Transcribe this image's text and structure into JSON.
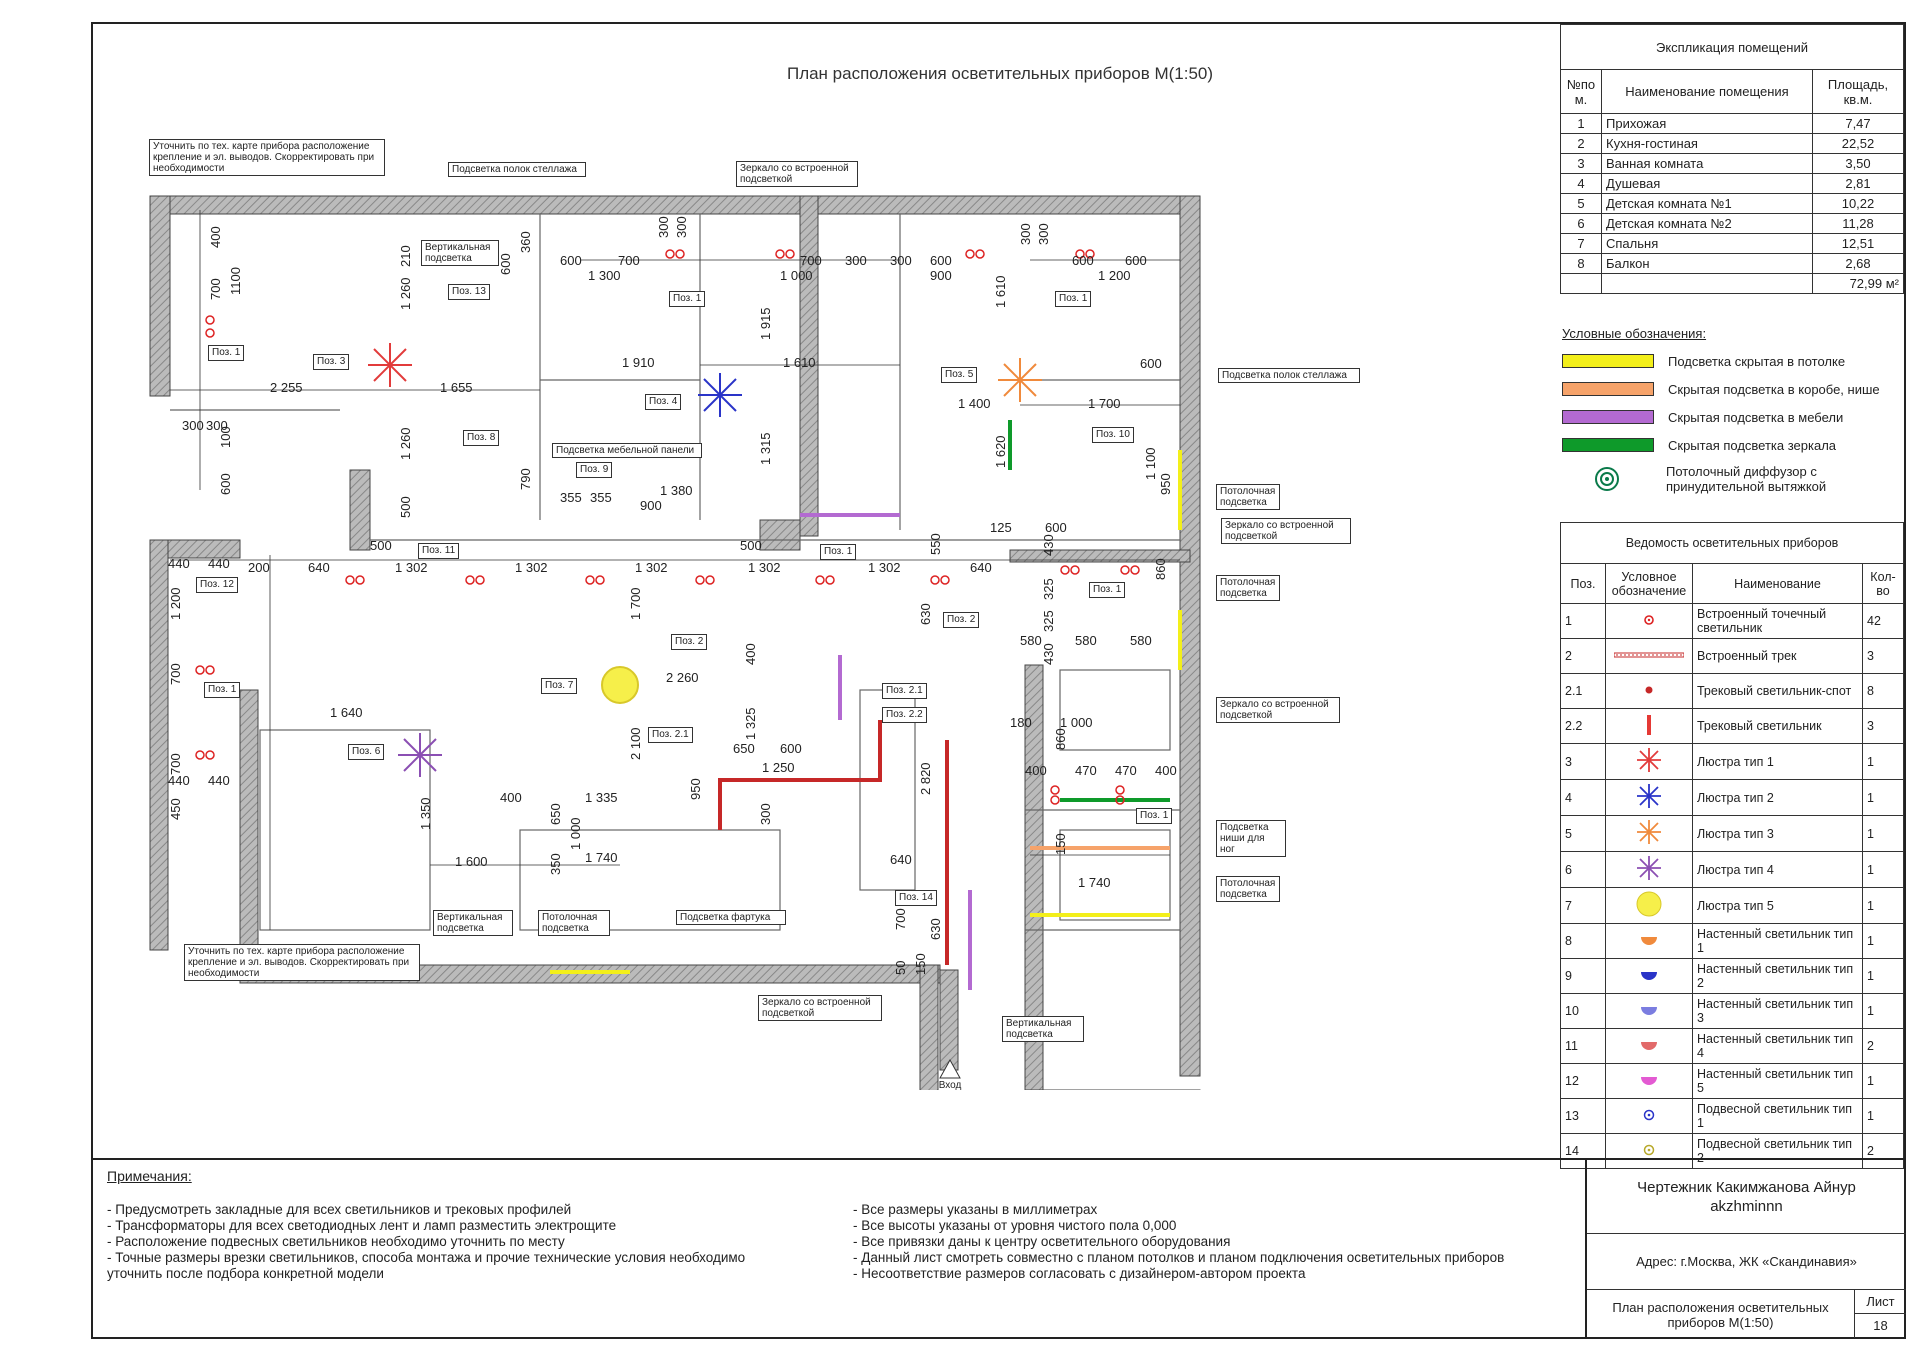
{
  "plan_title": "План расположения осветительных приборов М(1:50)",
  "entrance_label": "Вход",
  "callouts": {
    "clarify_top": "Уточнить по тех. карте прибора расположение крепление и эл. выводов. Скорректировать при необходимости",
    "clarify_bottom": "Уточнить по тех. карте прибора расположение крепление и эл. выводов. Скорректировать при необходимости",
    "shelf_light_top": "Подсветка полок стеллажа",
    "mirror_top": "Зеркало со встроенной подсветкой",
    "vertical_top": "Вертикальная подсветка",
    "shelf_light_right": "Подсветка полок стеллажа",
    "furniture_panel": "Подсветка мебельной панели",
    "ceiling_1": "Потолочная подсветка",
    "mirror_right_1": "Зеркало со встроенной подсветкой",
    "ceiling_2": "Потолочная подсветка",
    "mirror_right_2": "Зеркало со встроенной подсветкой",
    "niche_feet": "Подсветка ниши для ног",
    "ceiling_3": "Потолочная подсветка",
    "vertical_bottom": "Вертикальная подсветка",
    "ceiling_bottom": "Потолочная подсветка",
    "apron": "Подсветка фартука",
    "mirror_bottom": "Зеркало со встроенной подсветкой",
    "vertical_bottom_right": "Вертикальная подсветка"
  },
  "position_tags": [
    "Поз. 1",
    "Поз. 3",
    "Поз. 13",
    "Поз. 1",
    "Поз. 4",
    "Поз. 1",
    "Поз. 5",
    "Поз. 8",
    "Поз. 9",
    "Поз. 10",
    "Поз. 11",
    "Поз. 1",
    "Поз. 12",
    "Поз. 1",
    "Поз. 2",
    "Поз. 7",
    "Поз. 2.1",
    "Поз. 2.1",
    "Поз. 2.2",
    "Поз. 2",
    "Поз. 1",
    "Поз. 6",
    "Поз. 1",
    "Поз. 14"
  ],
  "dimensions": [
    "400",
    "1100",
    "700",
    "210",
    "1 260",
    "360",
    "600",
    "600",
    "700",
    "300",
    "300",
    "1 300",
    "700",
    "300",
    "1 000",
    "300",
    "600",
    "300",
    "300",
    "600",
    "600",
    "900",
    "1 200",
    "1 610",
    "1 915",
    "1 910",
    "1 610",
    "2 255",
    "1 655",
    "600",
    "1 400",
    "1 700",
    "300",
    "300",
    "100",
    "600",
    "1 260",
    "790",
    "355",
    "355",
    "1 380",
    "900",
    "500",
    "1 315",
    "1 620",
    "1 100",
    "950",
    "125",
    "600",
    "500",
    "500",
    "440",
    "440",
    "200",
    "640",
    "1 302",
    "1 302",
    "1 302",
    "1 302",
    "1 302",
    "640",
    "550",
    "430",
    "325",
    "325",
    "430",
    "860",
    "1 200",
    "700",
    "700",
    "440",
    "440",
    "450",
    "1 640",
    "2 260",
    "630",
    "400",
    "1 325",
    "650",
    "600",
    "1 250",
    "2 100",
    "1 700",
    "2 820",
    "580",
    "580",
    "580",
    "180",
    "1 000",
    "860",
    "400",
    "470",
    "470",
    "400",
    "400",
    "1 335",
    "650",
    "1 000",
    "950",
    "300",
    "1 350",
    "1 600",
    "350",
    "1 740",
    "640",
    "150",
    "1 740",
    "700",
    "630",
    "50",
    "150"
  ],
  "explication": {
    "title": "Экспликация помещений",
    "headers": [
      "№по м.",
      "Наименование помещения",
      "Площадь, кв.м."
    ],
    "rows": [
      [
        "1",
        "Прихожая",
        "7,47"
      ],
      [
        "2",
        "Кухня-гостиная",
        "22,52"
      ],
      [
        "3",
        "Ванная комната",
        "3,50"
      ],
      [
        "4",
        "Душевая",
        "2,81"
      ],
      [
        "5",
        "Детская комната №1",
        "10,22"
      ],
      [
        "6",
        "Детская комната №2",
        "11,28"
      ],
      [
        "7",
        "Спальня",
        "12,51"
      ],
      [
        "8",
        "Балкон",
        "2,68"
      ]
    ],
    "total": "72,99 м²"
  },
  "legend": {
    "title": "Условные обозначения:",
    "items": [
      {
        "color": "#f3ef1a",
        "label": "Подсветка скрытая в потолке"
      },
      {
        "color": "#f6a36a",
        "label": "Скрытая подсветка в коробе, нише"
      },
      {
        "color": "#b36ad1",
        "label": "Скрытая подсветка в мебели"
      },
      {
        "color": "#0e9a2a",
        "label": "Скрытая подсветка зеркала"
      }
    ],
    "diffuser_label": "Потолочный диффузор с принудительной вытяжкой"
  },
  "fixtures": {
    "title": "Ведомость осветительных приборов",
    "headers": [
      "Поз.",
      "Условное обозначение",
      "Наименование",
      "Кол-во"
    ],
    "rows": [
      {
        "pos": "1",
        "name": "Встроенный точечный светильник",
        "qty": "42",
        "symbol": "spot-red"
      },
      {
        "pos": "2",
        "name": "Встроенный трек",
        "qty": "3",
        "symbol": "track"
      },
      {
        "pos": "2.1",
        "name": "Трековый светильник-спот",
        "qty": "8",
        "symbol": "track-spot"
      },
      {
        "pos": "2.2",
        "name": "Трековый светильник",
        "qty": "3",
        "symbol": "track-lamp"
      },
      {
        "pos": "3",
        "name": "Люстра тип 1",
        "qty": "1",
        "symbol": "chandelier",
        "color": "#e23b3b"
      },
      {
        "pos": "4",
        "name": "Люстра тип 2",
        "qty": "1",
        "symbol": "chandelier",
        "color": "#2a34c8"
      },
      {
        "pos": "5",
        "name": "Люстра тип 3",
        "qty": "1",
        "symbol": "chandelier",
        "color": "#f08a3c"
      },
      {
        "pos": "6",
        "name": "Люстра тип 4",
        "qty": "1",
        "symbol": "chandelier",
        "color": "#8b4fb3"
      },
      {
        "pos": "7",
        "name": "Люстра тип 5",
        "qty": "1",
        "symbol": "disc",
        "color": "#f6ef4a"
      },
      {
        "pos": "8",
        "name": "Настенный светильник тип 1",
        "qty": "1",
        "symbol": "half",
        "color": "#f08a3c"
      },
      {
        "pos": "9",
        "name": "Настенный светильник тип 2",
        "qty": "1",
        "symbol": "half",
        "color": "#2a34c8"
      },
      {
        "pos": "10",
        "name": "Настенный светильник тип 3",
        "qty": "1",
        "symbol": "half",
        "color": "#7b7de0"
      },
      {
        "pos": "11",
        "name": "Настенный светильник тип 4",
        "qty": "2",
        "symbol": "half",
        "color": "#e26a6a"
      },
      {
        "pos": "12",
        "name": "Настенный светильник тип 5",
        "qty": "1",
        "symbol": "half",
        "color": "#e35ad2"
      },
      {
        "pos": "13",
        "name": "Подвесной светильник тип 1",
        "qty": "1",
        "symbol": "ring",
        "color": "#2a34c8"
      },
      {
        "pos": "14",
        "name": "Подвесной светильник тип 2",
        "qty": "2",
        "symbol": "ring",
        "color": "#b8a92a"
      }
    ]
  },
  "notes": {
    "title": "Примечания:",
    "left": [
      "- Предусмотреть закладные для всех светильников и трековых профилей",
      "- Трансформаторы для всех светодиодных лент и ламп разместить электрощите",
      "- Расположение подвесных светильников необходимо уточнить по месту",
      "- Точные размеры врезки светильников, способа монтажа и прочие технические условия необходимо",
      "уточнить после подбора конкретной модели"
    ],
    "right": [
      "- Все размеры указаны в миллиметрах",
      "- Все высоты указаны от уровня чистого пола 0,000",
      "- Все привязки даны к центру осветительного оборудования",
      "- Данный лист смотреть совместно с планом потолков и планом подключения осветительных приборов",
      "- Несоответствие размеров согласовать с дизайнером-автором проекта"
    ]
  },
  "stamp": {
    "author": "Чертежник Какимжанова Айнур akzhminnn",
    "address": "Адрес: г.Москва, ЖК «Скандинавия»",
    "sheet_title": "План расположения осветительных приборов М(1:50)",
    "sheet_label": "Лист",
    "sheet_number": "18"
  }
}
